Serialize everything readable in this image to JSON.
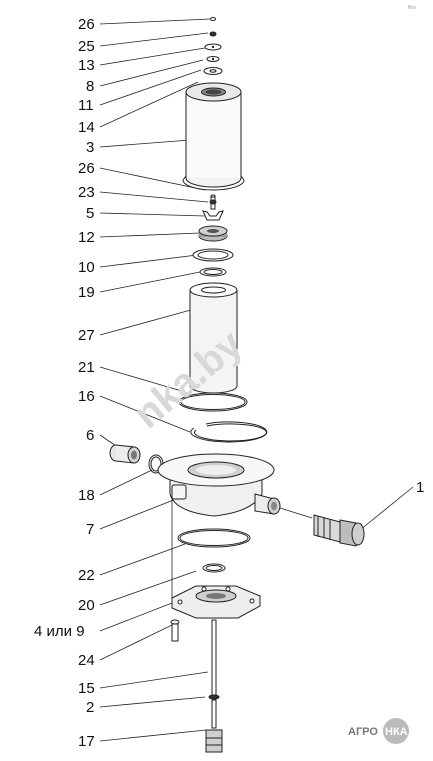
{
  "callouts": [
    {
      "id": "c26a",
      "label": "26"
    },
    {
      "id": "c25",
      "label": "25"
    },
    {
      "id": "c13",
      "label": "13"
    },
    {
      "id": "c8",
      "label": "8"
    },
    {
      "id": "c11",
      "label": "11"
    },
    {
      "id": "c14",
      "label": "14"
    },
    {
      "id": "c3",
      "label": "3"
    },
    {
      "id": "c26b",
      "label": "26"
    },
    {
      "id": "c23",
      "label": "23"
    },
    {
      "id": "c5",
      "label": "5"
    },
    {
      "id": "c12",
      "label": "12"
    },
    {
      "id": "c10",
      "label": "10"
    },
    {
      "id": "c19",
      "label": "19"
    },
    {
      "id": "c27",
      "label": "27"
    },
    {
      "id": "c21",
      "label": "21"
    },
    {
      "id": "c16",
      "label": "16"
    },
    {
      "id": "c6",
      "label": "6"
    },
    {
      "id": "c18",
      "label": "18"
    },
    {
      "id": "c7",
      "label": "7"
    },
    {
      "id": "c1",
      "label": "1"
    },
    {
      "id": "c22",
      "label": "22"
    },
    {
      "id": "c20",
      "label": "20"
    },
    {
      "id": "c4or9",
      "label": "4 или 9"
    },
    {
      "id": "c24",
      "label": "24"
    },
    {
      "id": "c15",
      "label": "15"
    },
    {
      "id": "c2",
      "label": "2"
    },
    {
      "id": "c17",
      "label": "17"
    }
  ],
  "watermark": "nka.by",
  "logo": {
    "left": "АГРО",
    "right": "НКА"
  },
  "corner_mark": "ffvo"
}
